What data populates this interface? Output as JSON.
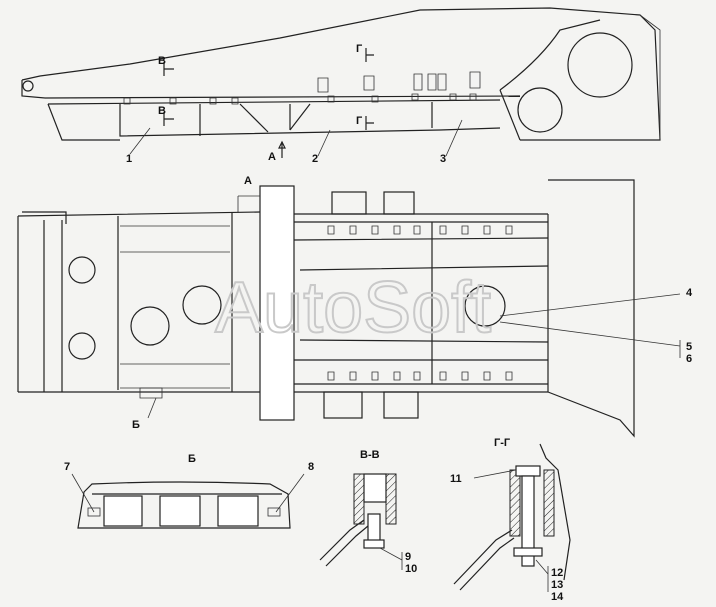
{
  "watermark": "AutoSoft",
  "section_marks": {
    "a": "А",
    "b": "Б",
    "v": "В",
    "g": "Г",
    "vv": "В-В",
    "gg": "Г-Г"
  },
  "callouts": {
    "n1": "1",
    "n2": "2",
    "n3": "3",
    "n4": "4",
    "n5": "5",
    "n6": "6",
    "n7": "7",
    "n8": "8",
    "n9": "9",
    "n10": "10",
    "n11": "11",
    "n12": "12",
    "n13": "13",
    "n14": "14"
  }
}
